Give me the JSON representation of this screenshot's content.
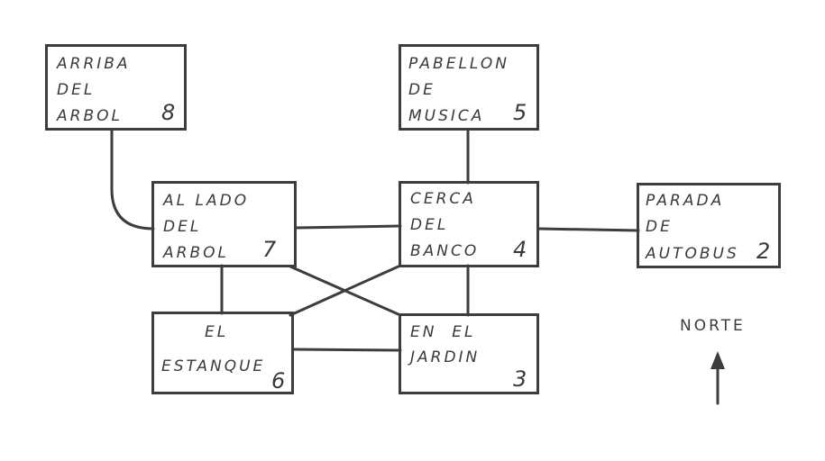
{
  "nodes": {
    "n8": {
      "lines": [
        "ARRIBA",
        "DEL",
        "ARBOL"
      ],
      "number": "8"
    },
    "n5": {
      "lines": [
        "PABELLON",
        "DE",
        "MUSICA"
      ],
      "number": "5"
    },
    "n7": {
      "lines": [
        "AL LADO",
        "DEL",
        "ARBOL"
      ],
      "number": "7"
    },
    "n4": {
      "lines": [
        "CERCA",
        "DEL",
        "BANCO"
      ],
      "number": "4"
    },
    "n2": {
      "lines": [
        "PARADA",
        "DE",
        "AUTOBUS"
      ],
      "number": "2"
    },
    "n6": {
      "lines": [
        "EL",
        "ESTANQUE"
      ],
      "number": "6"
    },
    "n3": {
      "lines": [
        "EN  EL",
        "JARDIN"
      ],
      "number": "3"
    }
  },
  "compass": {
    "label": "NORTE",
    "icon": "north-arrow-icon"
  },
  "colors": {
    "ink": "#3d3d3d"
  }
}
